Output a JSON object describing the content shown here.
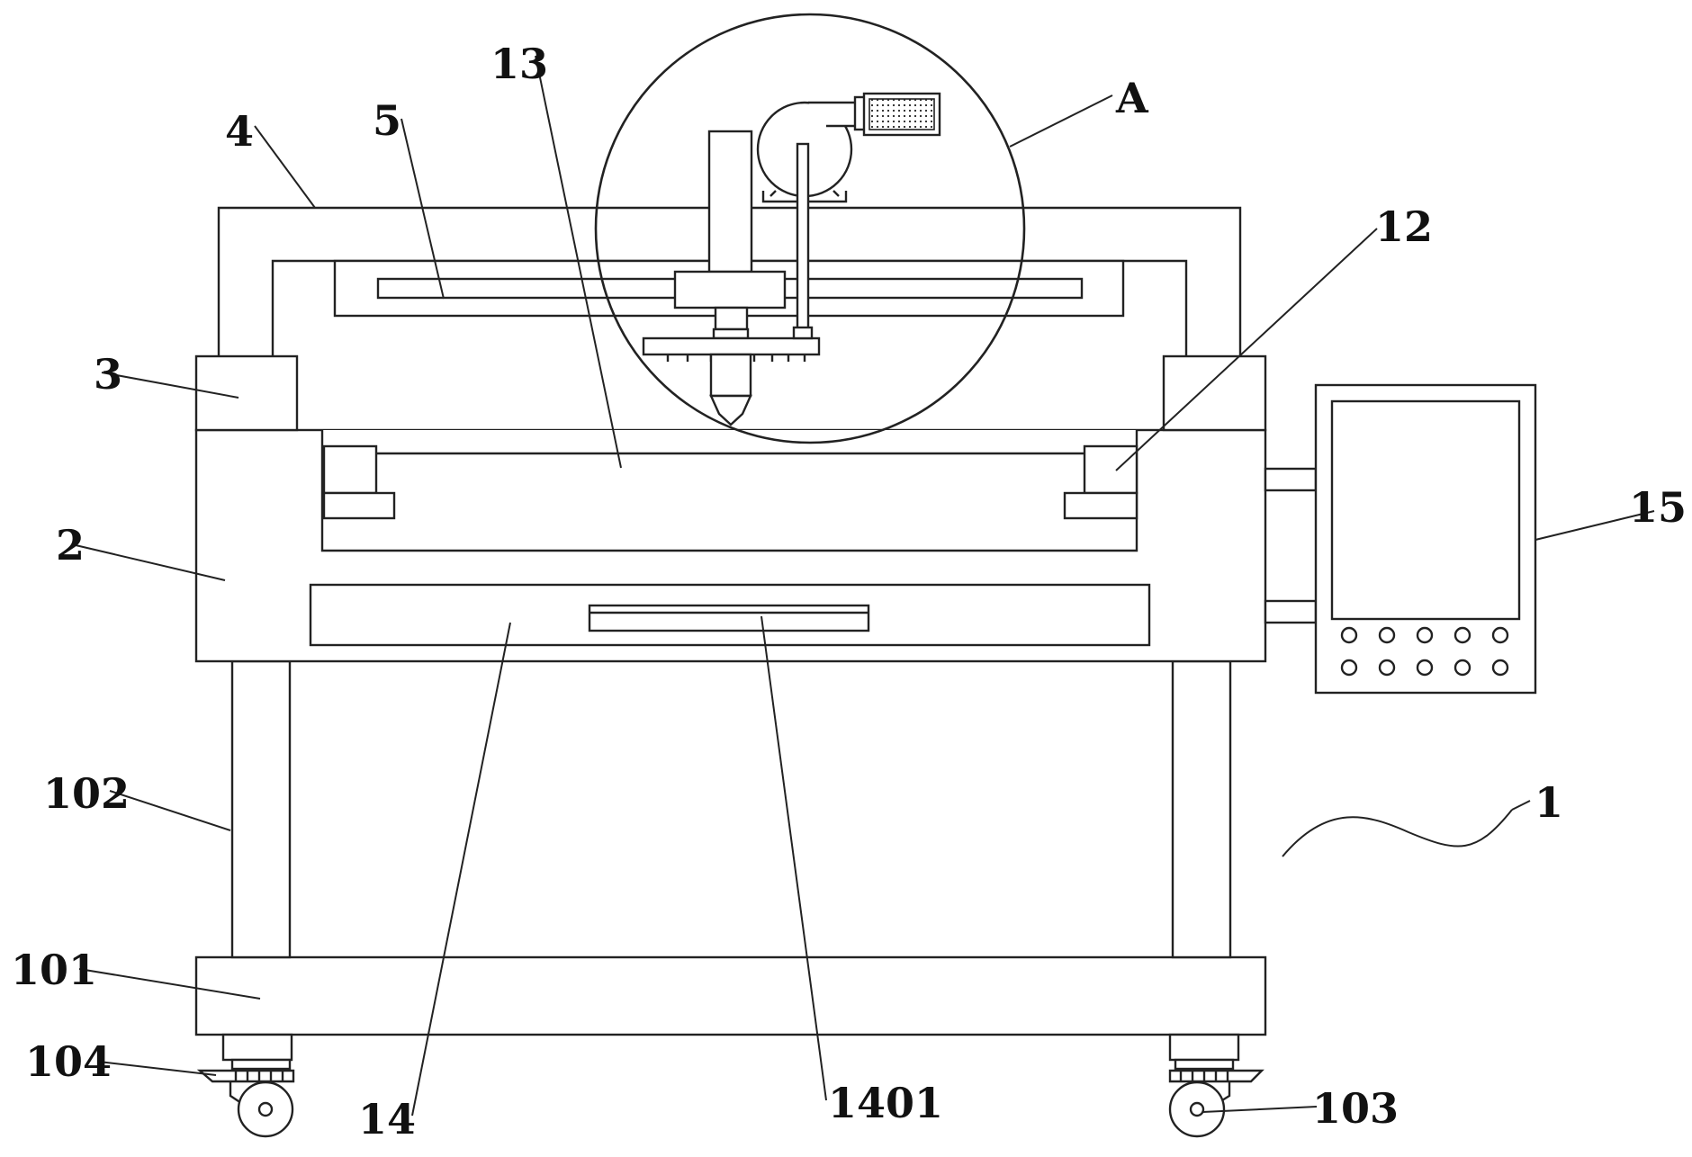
{
  "labels": {
    "l1": "1",
    "l2": "2",
    "l3": "3",
    "l4": "4",
    "l5": "5",
    "l12": "12",
    "l13": "13",
    "l14": "14",
    "l15": "15",
    "l101": "101",
    "l102": "102",
    "l103": "103",
    "l104": "104",
    "l1401": "1401",
    "lA": "A"
  }
}
